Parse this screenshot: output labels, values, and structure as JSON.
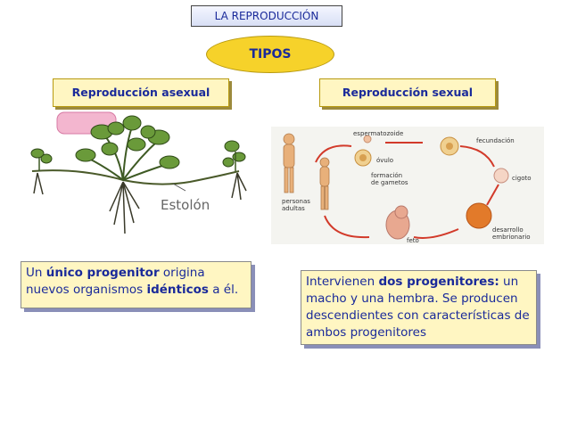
{
  "title": "LA REPRODUCCIÓN",
  "tipos": "TIPOS",
  "asexual": {
    "heading": "Reproducción asexual",
    "image_label": "Estolón",
    "desc_1": "Un ",
    "desc_2": "único progenitor",
    "desc_3": " origina nuevos organismos ",
    "desc_4": "idénticos",
    "desc_5": " a él."
  },
  "sexual": {
    "heading": "Reproducción sexual",
    "labels": {
      "espermatozoide": "espermatozoide",
      "ovulo": "óvulo",
      "fecundacion": "fecundación",
      "cigoto": "cigoto",
      "formacion": "formación",
      "gametos": "de gametos",
      "personas": "personas",
      "adultas": "adultas",
      "desarrollo": "desarrollo",
      "embrionario": "embrionario",
      "feto": "feto"
    },
    "desc_1": "Intervienen ",
    "desc_2": "dos progenitores:",
    "desc_3": " un macho y una hembra. Se producen descendientes con características de ambos progenitores"
  },
  "colors": {
    "text_blue": "#1a2a9a",
    "box_yellow": "#fff6c2",
    "oval_yellow": "#f6d22a",
    "leaf_green": "#5e8f3a",
    "cycle_red": "#d23a2a"
  }
}
